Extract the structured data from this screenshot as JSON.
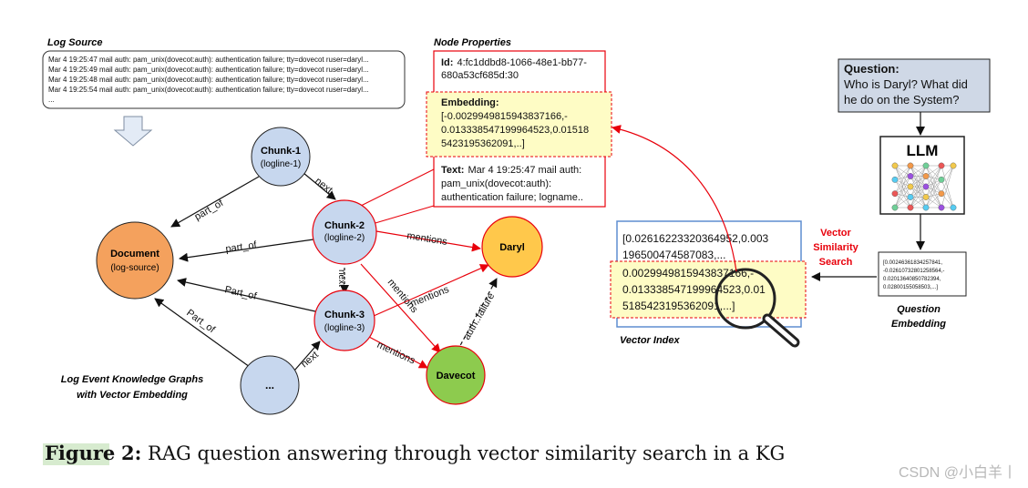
{
  "log_source": {
    "title": "Log Source",
    "lines": [
      "Mar  4 19:25:47 mail auth: pam_unix(dovecot:auth): authentication failure; tty=dovecot ruser=daryl...",
      "Mar  4 19:25:49 mail auth: pam_unix(dovecot:auth): authentication failure; tty=dovecot ruser=daryl...",
      "Mar  4 19:25:48 mail auth: pam_unix(dovecot:auth): authentication failure; tty=dovecot ruser=daryl...",
      "Mar  4 19:25:54 mail auth: pam_unix(dovecot:auth): authentication failure; tty=dovecot ruser=daryl...",
      "..."
    ]
  },
  "node_properties": {
    "title": "Node Properties",
    "id_label": "Id:",
    "id_line1": "4:fc1ddbd8-1066-48e1-bb77-",
    "id_line2": "680a53cf685d:30",
    "embedding_label": "Embedding:",
    "embedding_lines": [
      "[-0.0029949815943837166,-",
      "0.013338547199964523,0.01518",
      "5423195362091,..]"
    ],
    "text_label": "Text:",
    "text_line1": "Mar  4 19:25:47 mail auth:",
    "text_lines": [
      "pam_unix(dovecot:auth):",
      "authentication failure; logname.."
    ]
  },
  "graph": {
    "nodes": {
      "chunk1": {
        "title": "Chunk-1",
        "sub": "(logline-1)"
      },
      "chunk2": {
        "title": "Chunk-2",
        "sub": "(logline-2)"
      },
      "chunk3": {
        "title": "Chunk-3",
        "sub": "(logline-3)"
      },
      "chunk4": {
        "title": "..."
      },
      "document": {
        "title": "Document",
        "sub": "(log-source)"
      },
      "daryl": {
        "title": "Daryl"
      },
      "davecot": {
        "title": "Davecot"
      }
    },
    "edges": {
      "part_of_1": "part_of",
      "part_of_2": "part_of",
      "part_of_3": "Part_of",
      "part_of_4": "Part_of",
      "next_1": "next",
      "next_2": "next",
      "next_3": "next",
      "mentions_1": "mentions",
      "mentions_2": "mentions",
      "mentions_3": "mentions",
      "mentions_4": "mentions",
      "auth_failure": "auth..failure"
    },
    "caption_line1": "Log Event Knowledge Graphs",
    "caption_line2": "with Vector Embedding"
  },
  "vector_index": {
    "lines": [
      "[0.02616223320364952,0.003",
      "196500474587083,...",
      "0.0029949815943837166,-",
      "0.013338547199964523,0.01",
      "5185423195362091,...]"
    ],
    "label": "Vector Index"
  },
  "search": {
    "line1": "Vector",
    "line2": "Similarity",
    "line3": "Search"
  },
  "question": {
    "label": "Question:",
    "lines": [
      "Who is Daryl? What did",
      "he do on the System?"
    ]
  },
  "llm": {
    "label": "LLM"
  },
  "question_embedding": {
    "lines": [
      "[0.00246361834257841,",
      "-0.02610732801258564,-",
      "0.02013640850782394,",
      "0.02800155058503,...]"
    ],
    "label_line1": "Question",
    "label_line2": "Embedding"
  },
  "figure_caption": {
    "label": "Figure",
    "number": "2:",
    "text": "RAG question answering through vector similarity search in a KG"
  },
  "watermark": "CSDN @小白羊丨",
  "colors": {
    "document_fill": "#f4a15d",
    "daryl_fill": "#ffc84b",
    "davecot_fill": "#8dcb4e",
    "chunk_fill": "#c7d7ee",
    "red": "#e8000b",
    "yellow_box": "#fefcc5",
    "blue_box": "#5e8ed1",
    "question_fill": "#cfd8e6"
  }
}
